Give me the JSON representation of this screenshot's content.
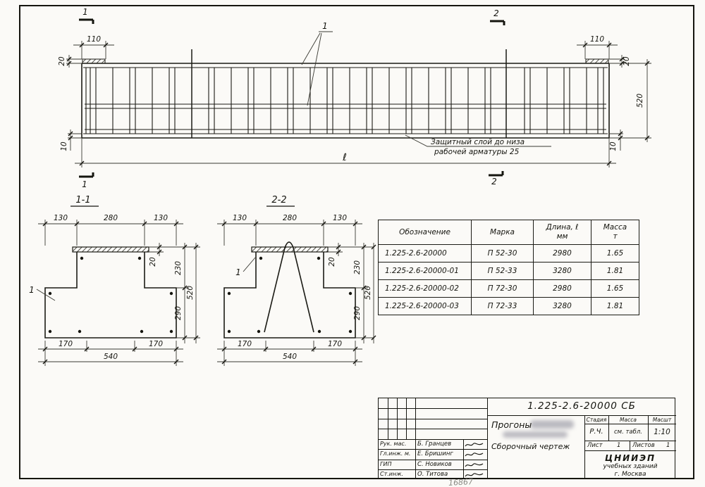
{
  "drawing": {
    "dims": {
      "v110": "110",
      "v20": "20",
      "v520": "520",
      "v10": "10",
      "len": "ℓ",
      "v130": "130",
      "v280": "280",
      "v230": "230",
      "v290": "290",
      "v170": "170",
      "v540": "540"
    },
    "marks": {
      "m1": "1",
      "m2": "2"
    },
    "callout": "1",
    "s1_title": "1-1",
    "s2_title": "2-2"
  },
  "annotations": {
    "note_line1": "Защитный слой до низа",
    "note_line2": "рабочей арматуры 25",
    "footer_note": "16867"
  },
  "table": {
    "headers": {
      "designation": "Обозначение",
      "mark": "Марка",
      "length_line1": "Длина, ℓ",
      "length_line2": "мм",
      "mass_line1": "Масса",
      "mass_line2": "т"
    },
    "rows": [
      {
        "designation": "1.225-2.6-20000",
        "mark": "П 52-30",
        "length": "2980",
        "mass": "1.65"
      },
      {
        "designation": "1.225-2.6-20000-01",
        "mark": "П 52-33",
        "length": "3280",
        "mass": "1.81"
      },
      {
        "designation": "1.225-2.6-20000-02",
        "mark": "П 72-30",
        "length": "2980",
        "mass": "1.65"
      },
      {
        "designation": "1.225-2.6-20000-03",
        "mark": "П 72-33",
        "length": "3280",
        "mass": "1.81"
      }
    ]
  },
  "title_block": {
    "doc_number": "1.225-2.6-20000 СБ",
    "name_line1": "Прогоны",
    "name_line2": "Сборочный чертеж",
    "stage_label": "Стадия",
    "stage_value": "Р.Ч.",
    "mass_label": "Масса",
    "mass_value": "см. табл.",
    "scale_label": "Масшт",
    "scale_value": "1:10",
    "sheet_label": "Лист",
    "sheet_value": "1",
    "sheets_label": "Листов",
    "sheets_value": "1",
    "org_line1": "ЦНИИЭП",
    "org_line2": "учебных зданий",
    "org_line3": "г. Москва",
    "signatures": [
      {
        "role": "Рук. мас.",
        "name": "Б. Гранцев"
      },
      {
        "role": "Гл.инж. м.",
        "name": "Е. Бришинг"
      },
      {
        "role": "ГИП",
        "name": "С. Новиков"
      },
      {
        "role": "Ст.инж.",
        "name": "О. Титова"
      }
    ]
  }
}
